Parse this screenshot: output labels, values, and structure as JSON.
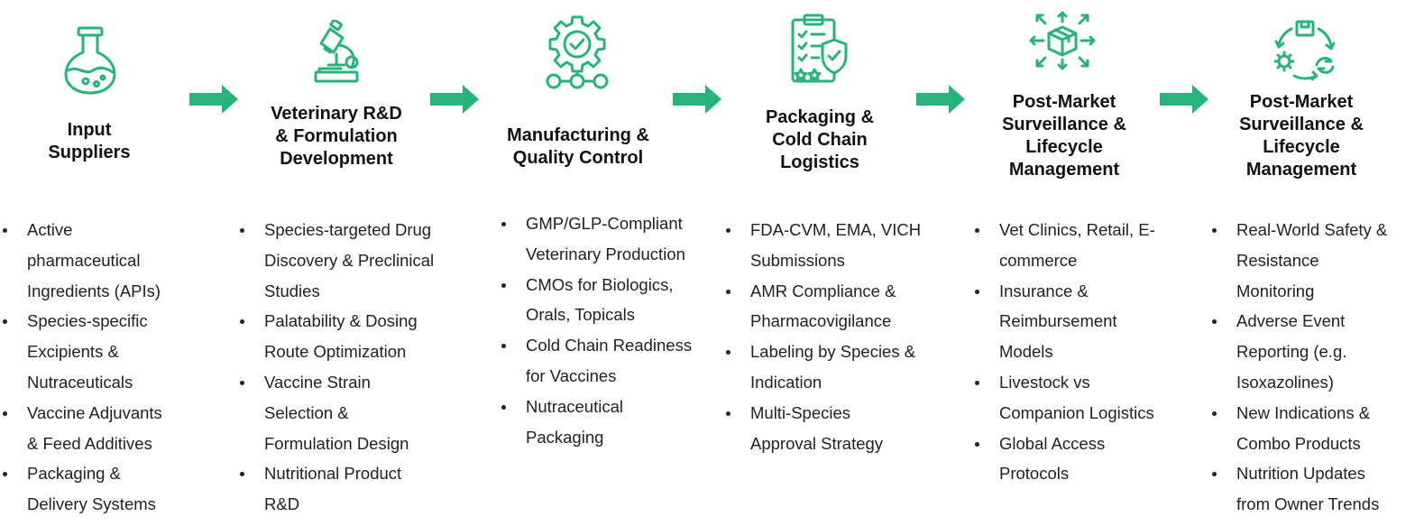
{
  "accent_color": "#26b47a",
  "stages": [
    {
      "icon": "flask-icon",
      "title": [
        "Input",
        "Suppliers"
      ],
      "bullets": [
        [
          "Active",
          "pharmaceutical",
          "Ingredients (APIs)"
        ],
        [
          "Species-specific",
          "Excipients &",
          "Nutraceuticals"
        ],
        [
          "Vaccine Adjuvants",
          "& Feed Additives"
        ],
        [
          "Packaging &",
          "Delivery Systems"
        ]
      ]
    },
    {
      "icon": "microscope-icon",
      "title": [
        "Veterinary R&D",
        "& Formulation",
        "Development"
      ],
      "bullets": [
        [
          "Species-targeted Drug",
          "Discovery & Preclinical",
          "Studies"
        ],
        [
          "Palatability & Dosing",
          "Route Optimization"
        ],
        [
          "Vaccine Strain",
          "Selection &",
          "Formulation Design"
        ],
        [
          "Nutritional Product",
          "R&D"
        ]
      ]
    },
    {
      "icon": "gear-check-icon",
      "title": [
        "Manufacturing &",
        "Quality Control"
      ],
      "bullets": [
        [
          "GMP/GLP-Compliant",
          "Veterinary Production"
        ],
        [
          "CMOs for Biologics,",
          "Orals, Topicals"
        ],
        [
          "Cold Chain Readiness",
          "for Vaccines"
        ],
        [
          "Nutraceutical",
          "Packaging"
        ]
      ]
    },
    {
      "icon": "clipboard-shield-icon",
      "title": [
        "Packaging &",
        "Cold Chain",
        "Logistics"
      ],
      "bullets": [
        [
          "FDA-CVM, EMA, VICH",
          "Submissions"
        ],
        [
          "AMR Compliance &",
          "Pharmacovigilance"
        ],
        [
          "Labeling by Species &",
          "Indication"
        ],
        [
          "Multi-Species",
          "Approval Strategy"
        ]
      ]
    },
    {
      "icon": "box-distribution-icon",
      "title": [
        "Post-Market",
        "Surveillance &",
        "Lifecycle",
        "Management"
      ],
      "bullets": [
        [
          "Vet Clinics, Retail, E-",
          "commerce"
        ],
        [
          "Insurance &",
          "Reimbursement",
          "Models"
        ],
        [
          "Livestock vs",
          "Companion Logistics"
        ],
        [
          "Global Access",
          "Protocols"
        ]
      ]
    },
    {
      "icon": "lifecycle-cycle-icon",
      "title": [
        "Post-Market",
        "Surveillance &",
        "Lifecycle",
        "Management"
      ],
      "bullets": [
        [
          "Real-World Safety &",
          "Resistance",
          "Monitoring"
        ],
        [
          "Adverse Event",
          "Reporting (e.g.",
          "Isoxazolines)"
        ],
        [
          "New Indications &",
          "Combo Products"
        ],
        [
          "Nutrition Updates",
          "from Owner Trends"
        ]
      ]
    }
  ]
}
